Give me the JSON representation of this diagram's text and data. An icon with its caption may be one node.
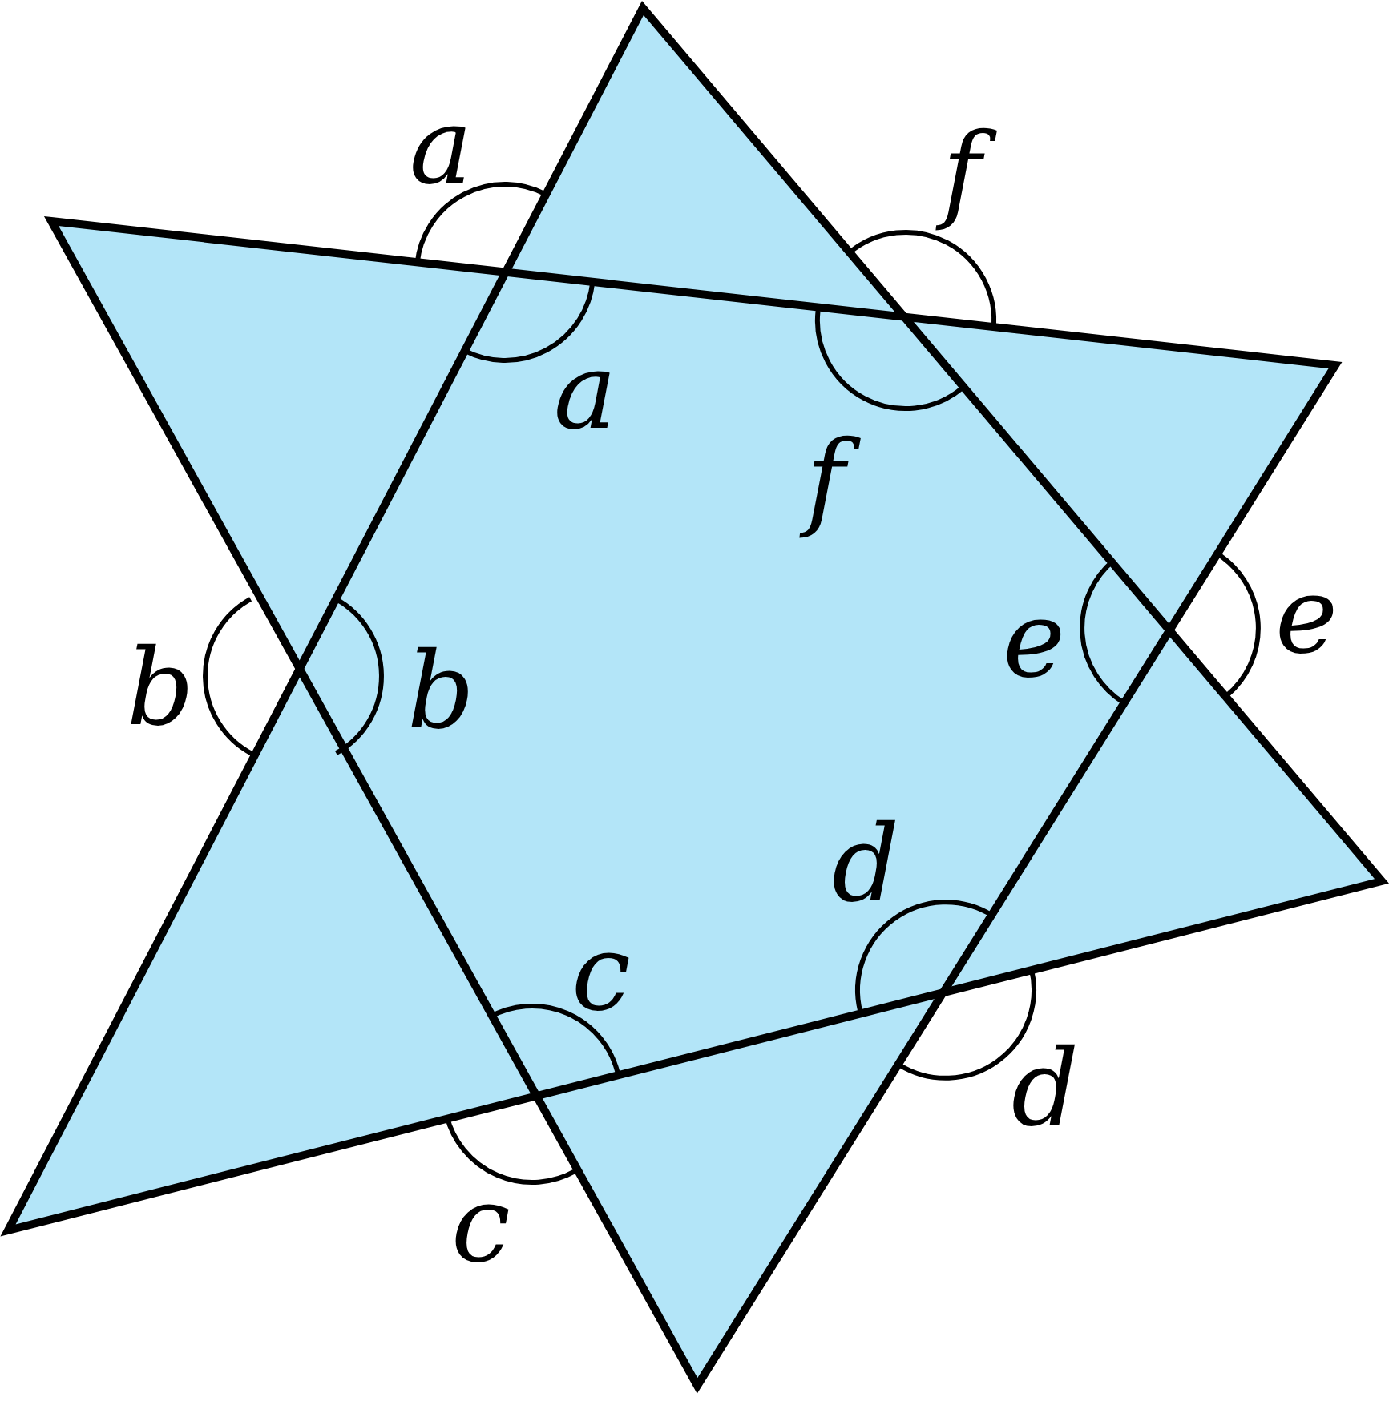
{
  "diagram": {
    "labels": [
      "a",
      "f",
      "a",
      "f",
      "b",
      "b",
      "e",
      "e",
      "d",
      "c",
      "d",
      "c"
    ]
  }
}
